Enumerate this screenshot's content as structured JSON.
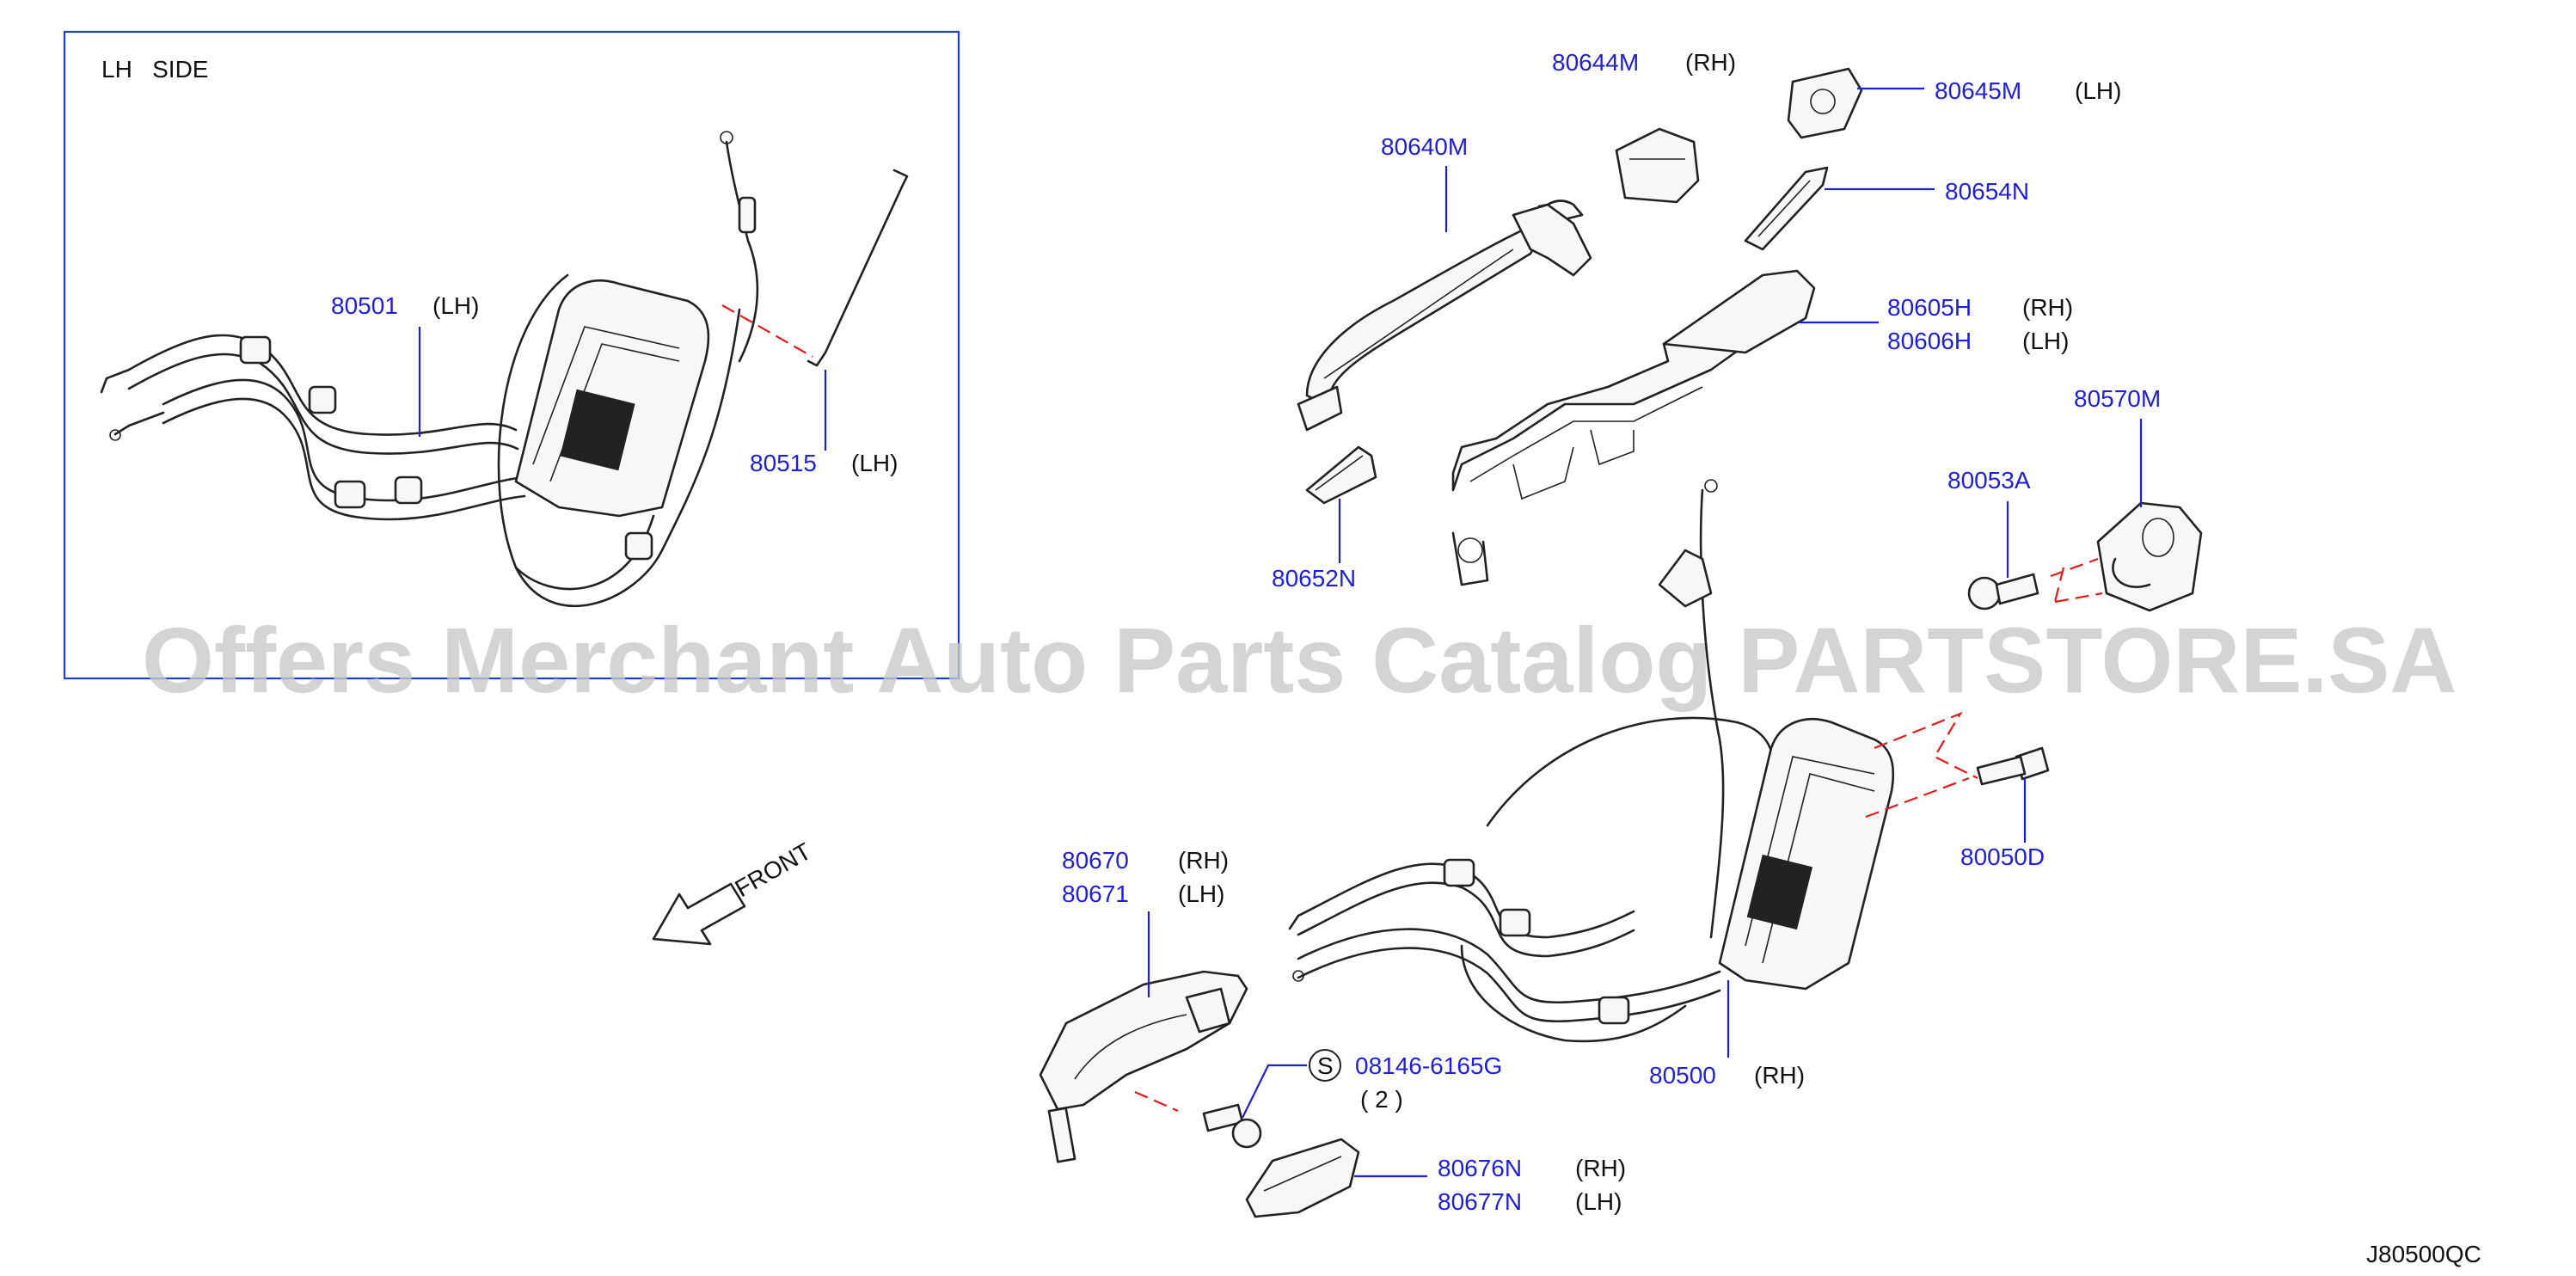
{
  "inset": {
    "title": "LH   SIDE"
  },
  "direction": {
    "label": "FRONT"
  },
  "watermark": "Offers Merchant Auto Parts Catalog PARTSTORE.SA",
  "diagram_id": "J80500QC",
  "callouts": {
    "p80501": {
      "number": "80501",
      "side": "(LH)"
    },
    "p80515": {
      "number": "80515",
      "side": "(LH)"
    },
    "p80640M": {
      "number": "80640M"
    },
    "p80644M": {
      "number": "80644M",
      "side": "(RH)"
    },
    "p80645M": {
      "number": "80645M",
      "side": "(LH)"
    },
    "p80654N": {
      "number": "80654N"
    },
    "p80605H": {
      "number": "80605H",
      "side": "(RH)"
    },
    "p80606H": {
      "number": "80606H",
      "side": "(LH)"
    },
    "p80570M": {
      "number": "80570M"
    },
    "p80053A": {
      "number": "80053A"
    },
    "p80652N": {
      "number": "80652N"
    },
    "p80050D": {
      "number": "80050D"
    },
    "p80670": {
      "number": "80670",
      "side": "(RH)"
    },
    "p80671": {
      "number": "80671",
      "side": "(LH)"
    },
    "p08146": {
      "symbol": "S",
      "number": "08146-6165G",
      "qty": "( 2 )"
    },
    "p80500": {
      "number": "80500",
      "side": "(RH)"
    },
    "p80676N": {
      "number": "80676N",
      "side": "(RH)"
    },
    "p80677N": {
      "number": "80677N",
      "side": "(LH)"
    }
  },
  "colors": {
    "part_number": "#1f1fd6",
    "leader": "#1f1fd6",
    "assembly_line": "#e11b1b",
    "inset_border": "#1f3fbf"
  }
}
